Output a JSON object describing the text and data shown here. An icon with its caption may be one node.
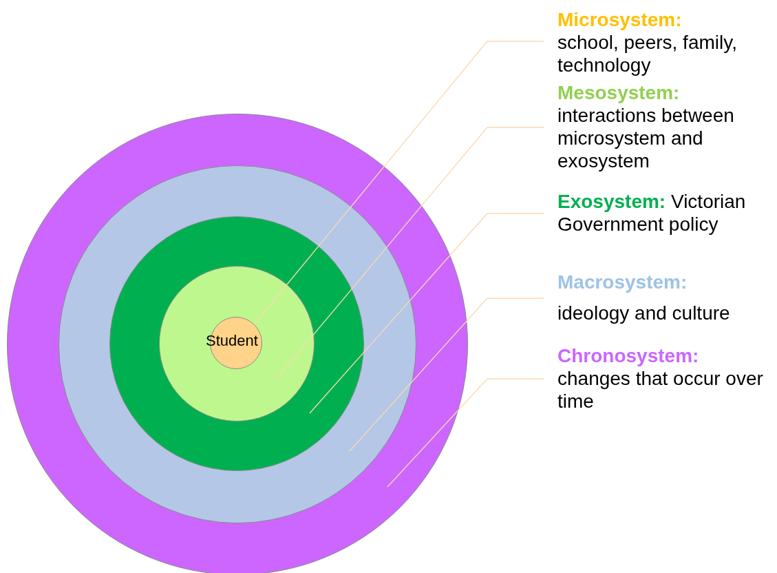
{
  "diagram": {
    "nodes": [
      {
        "text": [],
        "shape": "circle"
      },
      {
        "text": [],
        "shape": "circle",
        "in": 0
      },
      {
        "text": [],
        "shape": "circle",
        "in": 1
      },
      {
        "text": [],
        "shape": "circle",
        "in": 2
      },
      {
        "text": [
          "Student"
        ],
        "in": 3
      },
      {
        "text": [
          "Microsystem:",
          "school, peers, family, technology"
        ]
      },
      {
        "text": [
          "Mesosystem:",
          "interactions between microsystem and exosystem"
        ]
      },
      {
        "text": [
          "Exosystem:",
          "Victorian Government policy"
        ]
      },
      {
        "text": [
          "Macrosystem:",
          "ideology and culture"
        ]
      },
      {
        "text": [
          "Chronosystem:",
          "changes that occur over time"
        ]
      }
    ],
    "edges": [
      {
        "from": 5,
        "to": 4,
        "arrow": "none"
      },
      {
        "from": 6,
        "to": 3,
        "arrow": "none"
      },
      {
        "from": 7,
        "to": 2,
        "arrow": "none"
      },
      {
        "from": 8,
        "to": 1,
        "arrow": "none"
      },
      {
        "from": 9,
        "to": 0,
        "arrow": "none"
      }
    ]
  }
}
